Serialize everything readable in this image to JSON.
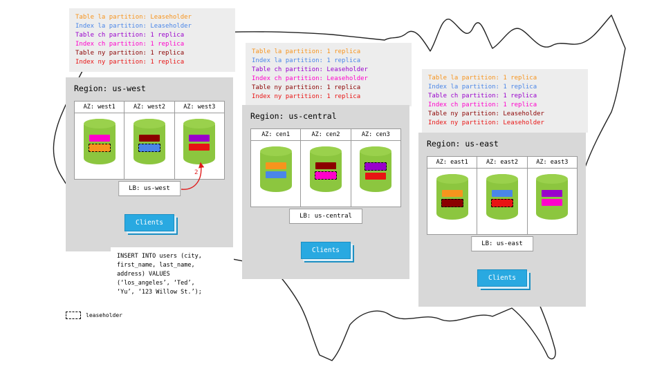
{
  "regions": [
    {
      "title": "Region: us-west",
      "lb_label": "LB: us-west",
      "clients_label": "Clients",
      "legend": [
        {
          "text": "Table la partition: Leaseholder",
          "color": "#f7941d"
        },
        {
          "text": "Index la partition: Leaseholder",
          "color": "#4a86e8"
        },
        {
          "text": "Table ch partition: 1 replica",
          "color": "#9900cc"
        },
        {
          "text": "Index ch partition: 1 replica",
          "color": "#ff00cc"
        },
        {
          "text": "Table ny partition: 1 replica",
          "color": "#8b0000"
        },
        {
          "text": "Index ny partition: 1 replica",
          "color": "#e81313"
        }
      ],
      "azs": [
        {
          "label": "AZ: west1",
          "chips": [
            {
              "color": "#ff00cc",
              "dashed": false
            },
            {
              "color": "#f7941d",
              "dashed": true
            }
          ]
        },
        {
          "label": "AZ: west2",
          "chips": [
            {
              "color": "#8b0000",
              "dashed": false
            },
            {
              "color": "#4a86e8",
              "dashed": true
            }
          ]
        },
        {
          "label": "AZ: west3",
          "chips": [
            {
              "color": "#9900cc",
              "dashed": false
            },
            {
              "color": "#e81313",
              "dashed": false
            }
          ]
        }
      ]
    },
    {
      "title": "Region: us-central",
      "lb_label": "LB: us-central",
      "clients_label": "Clients",
      "legend": [
        {
          "text": "Table la partition: 1 replica",
          "color": "#f7941d"
        },
        {
          "text": "Index la partition: 1 replica",
          "color": "#4a86e8"
        },
        {
          "text": "Table ch partition: Leaseholder",
          "color": "#9900cc"
        },
        {
          "text": "Index ch partition: Leaseholder",
          "color": "#ff00cc"
        },
        {
          "text": "Table ny partition: 1 replica",
          "color": "#8b0000"
        },
        {
          "text": "Index ny partition: 1 replica",
          "color": "#e81313"
        }
      ],
      "azs": [
        {
          "label": "AZ: cen1",
          "chips": [
            {
              "color": "#f7941d",
              "dashed": false
            },
            {
              "color": "#4a86e8",
              "dashed": false
            }
          ]
        },
        {
          "label": "AZ: cen2",
          "chips": [
            {
              "color": "#8b0000",
              "dashed": false
            },
            {
              "color": "#ff00cc",
              "dashed": true
            }
          ]
        },
        {
          "label": "AZ: cen3",
          "chips": [
            {
              "color": "#9900cc",
              "dashed": true
            },
            {
              "color": "#e81313",
              "dashed": false
            }
          ]
        }
      ]
    },
    {
      "title": "Region: us-east",
      "lb_label": "LB: us-east",
      "clients_label": "Clients",
      "legend": [
        {
          "text": "Table la partition: 1 replica",
          "color": "#f7941d"
        },
        {
          "text": "Index la partition: 1 replica",
          "color": "#4a86e8"
        },
        {
          "text": "Table ch partition: 1 replica",
          "color": "#9900cc"
        },
        {
          "text": "Index ch partition: 1 replica",
          "color": "#ff00cc"
        },
        {
          "text": "Table ny partition: Leaseholder",
          "color": "#8b0000"
        },
        {
          "text": "Index ny partition: Leaseholder",
          "color": "#e81313"
        }
      ],
      "azs": [
        {
          "label": "AZ: east1",
          "chips": [
            {
              "color": "#f7941d",
              "dashed": false
            },
            {
              "color": "#8b0000",
              "dashed": true
            }
          ]
        },
        {
          "label": "AZ: east2",
          "chips": [
            {
              "color": "#4a86e8",
              "dashed": false
            },
            {
              "color": "#e81313",
              "dashed": true
            }
          ]
        },
        {
          "label": "AZ: east3",
          "chips": [
            {
              "color": "#9900cc",
              "dashed": false
            },
            {
              "color": "#ff00cc",
              "dashed": false
            }
          ]
        }
      ]
    }
  ],
  "annotations": {
    "arrow_label": "2",
    "sql_note": "INSERT INTO users (city,\nfirst_name, last_name,\naddress) VALUES\n(‘los_angeles’, ‘Ted’,\n‘Yu’, ‘123 Willow St.’);",
    "leaseholder_key": "leaseholder"
  }
}
